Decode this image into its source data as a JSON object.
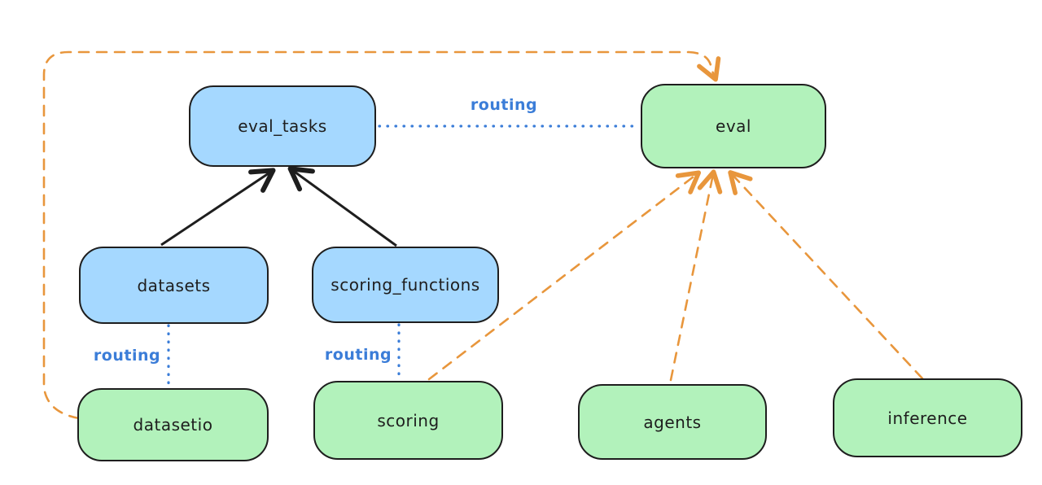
{
  "diagram": {
    "colors": {
      "api_fill": "#a5d8ff",
      "provider_fill": "#b2f2bb",
      "stroke": "#1e1e1e",
      "routing_blue": "#3b7dd8",
      "provider_orange": "#e8963c",
      "background": "#ffffff"
    },
    "nodes": [
      {
        "id": "eval_tasks",
        "label": "eval_tasks",
        "color": "blue"
      },
      {
        "id": "eval",
        "label": "eval",
        "color": "green"
      },
      {
        "id": "datasets",
        "label": "datasets",
        "color": "blue"
      },
      {
        "id": "scoring_functions",
        "label": "scoring_functions",
        "color": "blue"
      },
      {
        "id": "datasetio",
        "label": "datasetio",
        "color": "green"
      },
      {
        "id": "scoring",
        "label": "scoring",
        "color": "green"
      },
      {
        "id": "agents",
        "label": "agents",
        "color": "green"
      },
      {
        "id": "inference",
        "label": "inference",
        "color": "green"
      }
    ],
    "edges": [
      {
        "from": "datasets",
        "to": "eval_tasks",
        "style": "solid-black-arrow",
        "label": ""
      },
      {
        "from": "scoring_functions",
        "to": "eval_tasks",
        "style": "solid-black-arrow",
        "label": ""
      },
      {
        "from": "eval_tasks",
        "to": "eval",
        "style": "dotted-blue",
        "label": "routing"
      },
      {
        "from": "datasets",
        "to": "datasetio",
        "style": "dotted-blue",
        "label": "routing"
      },
      {
        "from": "scoring_functions",
        "to": "scoring",
        "style": "dotted-blue",
        "label": "routing"
      },
      {
        "from": "datasetio",
        "to": "eval",
        "style": "dashed-orange-arrow",
        "label": ""
      },
      {
        "from": "scoring",
        "to": "eval",
        "style": "dashed-orange-arrow",
        "label": ""
      },
      {
        "from": "agents",
        "to": "eval",
        "style": "dashed-orange-arrow",
        "label": ""
      },
      {
        "from": "inference",
        "to": "eval",
        "style": "dashed-orange-arrow",
        "label": ""
      }
    ]
  }
}
